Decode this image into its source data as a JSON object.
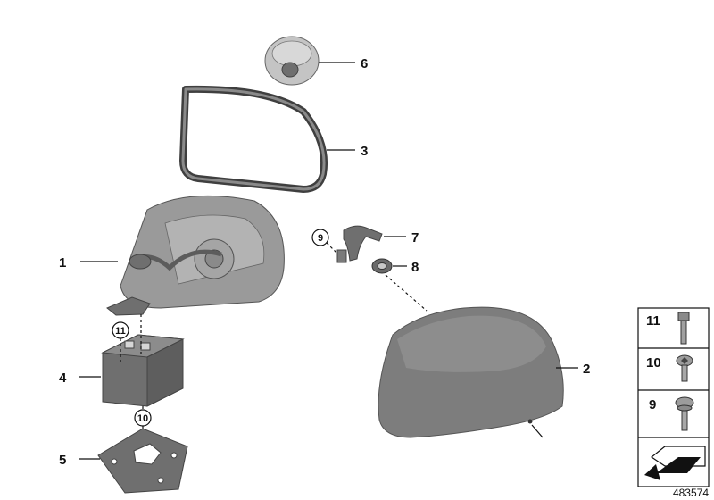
{
  "callouts": {
    "p1": "1",
    "p2": "2",
    "p3": "3",
    "p4": "4",
    "p5": "5",
    "p6": "6",
    "p7": "7",
    "p8": "8",
    "p9": "9",
    "p10": "10",
    "p11": "11"
  },
  "legend": {
    "items": [
      {
        "num": "11",
        "icon": "hex-bolt-icon"
      },
      {
        "num": "10",
        "icon": "torx-screw-icon"
      },
      {
        "num": "9",
        "icon": "flange-screw-icon"
      }
    ],
    "arrow_icon": "orientation-arrow-icon"
  },
  "reference_number": "483574",
  "colors": {
    "part_gray": "#9a9a9a",
    "part_dark": "#6f6f6f",
    "part_light": "#c4c4c4",
    "line": "#111111"
  }
}
